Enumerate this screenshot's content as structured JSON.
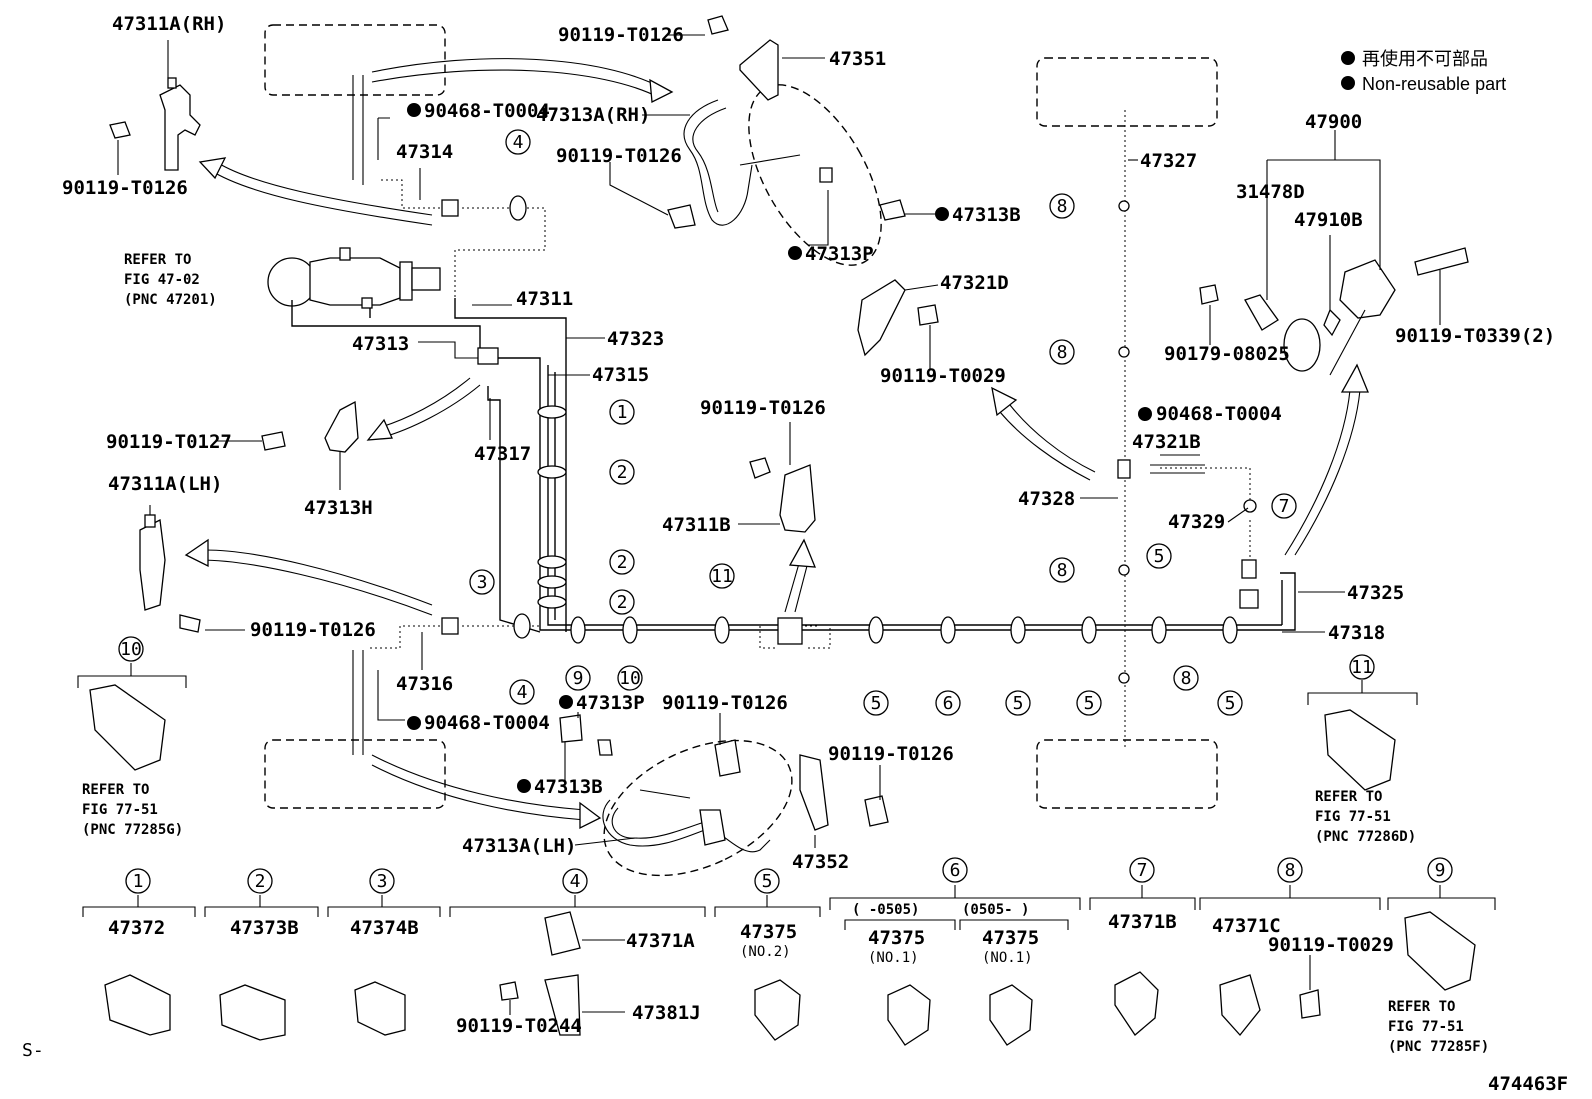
{
  "legend": {
    "jp": "再使用不可部品",
    "en": "Non-reusable part"
  },
  "refs": {
    "r1": [
      "REFER TO",
      "FIG 47-02",
      "(PNC 47201)"
    ],
    "r2": [
      "REFER TO",
      "FIG 77-51",
      "(PNC 77285G)"
    ],
    "r3": [
      "REFER TO",
      "FIG 77-51",
      "(PNC 77286D)"
    ],
    "r4": [
      "REFER TO",
      "FIG 77-51",
      "(PNC 77285F)"
    ]
  },
  "parts": {
    "p47311A_RH": "47311A(RH)",
    "p90119_T0126_a": "90119-T0126",
    "p90119_T0126_b": "90119-T0126",
    "p90119_T0126_c": "90119-T0126",
    "p90119_T0126_d": "90119-T0126",
    "p90119_T0126_e": "90119-T0126",
    "p90119_T0126_f": "90119-T0126",
    "p90119_T0126_g": "90119-T0126",
    "p90468_T0004_a": "90468-T0004",
    "p90468_T0004_b": "90468-T0004",
    "p90468_T0004_c": "90468-T0004",
    "p47314": "47314",
    "p47351": "47351",
    "p47313A_RH": "47313A(RH)",
    "p47313B_a": "47313B",
    "p47313P_a": "47313P",
    "p47311": "47311",
    "p47313": "47313",
    "p47323": "47323",
    "p47315": "47315",
    "p90119_T0127": "90119-T0127",
    "p47317": "47317",
    "p47313H": "47313H",
    "p47311A_LH": "47311A(LH)",
    "p47316": "47316",
    "p47327": "47327",
    "p47321D": "47321D",
    "p90119_T0029_a": "90119-T0029",
    "p90119_T0029_b": "90119-T0029",
    "p47900": "47900",
    "p31478D": "31478D",
    "p47910B": "47910B",
    "p90179_08025": "90179-08025",
    "p90119_T0339": "90119-T0339(2)",
    "p47321B": "47321B",
    "p47328": "47328",
    "p47329": "47329",
    "p47325": "47325",
    "p47318": "47318",
    "p47311B": "47311B",
    "p47313P_b": "47313P",
    "p47313B_b": "47313B",
    "p47313A_LH": "47313A(LH)",
    "p47352": "47352",
    "p47372": "47372",
    "p47373B": "47373B",
    "p47374B": "47374B",
    "p47371A": "47371A",
    "p47381J": "47381J",
    "p90119_T0244": "90119-T0244",
    "p47375_no2": "47375",
    "no2": "(NO.2)",
    "p47375_no1a": "47375",
    "no1a": "(NO.1)",
    "p47375_no1b": "47375",
    "no1b": "(NO.1)",
    "range_a": "(   -0505)",
    "range_b": "(0505-    )",
    "p47371B": "47371B",
    "p47371C": "47371C"
  },
  "callouts": [
    "1",
    "2",
    "3",
    "4",
    "5",
    "6",
    "7",
    "8",
    "9",
    "10",
    "11"
  ],
  "footer": {
    "left": "S-",
    "code": "474463F"
  }
}
